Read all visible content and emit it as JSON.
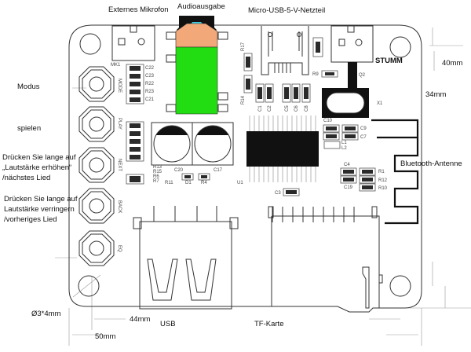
{
  "labels": {
    "mic": "Externes Mikrofon",
    "audio": "Audioausgabe",
    "power": "Micro-USB-5-V-Netzteil",
    "mute": "STUMM",
    "dim_40": "40mm",
    "dim_34": "34mm",
    "mode": "Modus",
    "play": "spielen",
    "next_1": "Drücken Sie lange auf",
    "next_2": "„Lautstärke erhöhen“",
    "next_3": "/nächstes Lied",
    "back_1": "Drücken Sie lange auf",
    "back_2": "Lautstärke verringern",
    "back_3": "/vorheriges Lied",
    "antenna": "Bluetooth-Antenne",
    "hole": "Ø3*4mm",
    "dim_44": "44mm",
    "usb": "USB",
    "tf": "TF-Karte",
    "dim_50": "50mm"
  },
  "pcb": {
    "mk1": "MK1",
    "c22": "C22",
    "c23": "C23",
    "r22": "R22",
    "r23": "R23",
    "c21": "C21",
    "mode": "MODE",
    "play": "PLAY",
    "next": "NEXT",
    "back": "BACK",
    "eq": "EQ",
    "r17": "R17",
    "r14": "R14",
    "r9": "R9",
    "q2": "Q2",
    "x1": "X1",
    "c1": "C1",
    "c2": "C2",
    "c5": "C5",
    "c6": "C6",
    "c8": "C8",
    "c10": "C10",
    "c9": "C9",
    "c7": "C7",
    "l1": "L1",
    "l2": "L2",
    "c4": "C4",
    "c19": "C19",
    "r1": "R1",
    "r12": "R12",
    "r10": "R10",
    "c3": "C3",
    "u1": "U1",
    "c20": "C20",
    "c17": "C17",
    "r11": "R11",
    "d1": "D1",
    "r4": "R4",
    "r13": "R13",
    "r15": "R15",
    "r6": "R6",
    "r7": "R7"
  },
  "colors": {
    "jack_body": "#22dd11",
    "jack_top": "#f2a878",
    "jack_tip": "#3ccbe0"
  }
}
